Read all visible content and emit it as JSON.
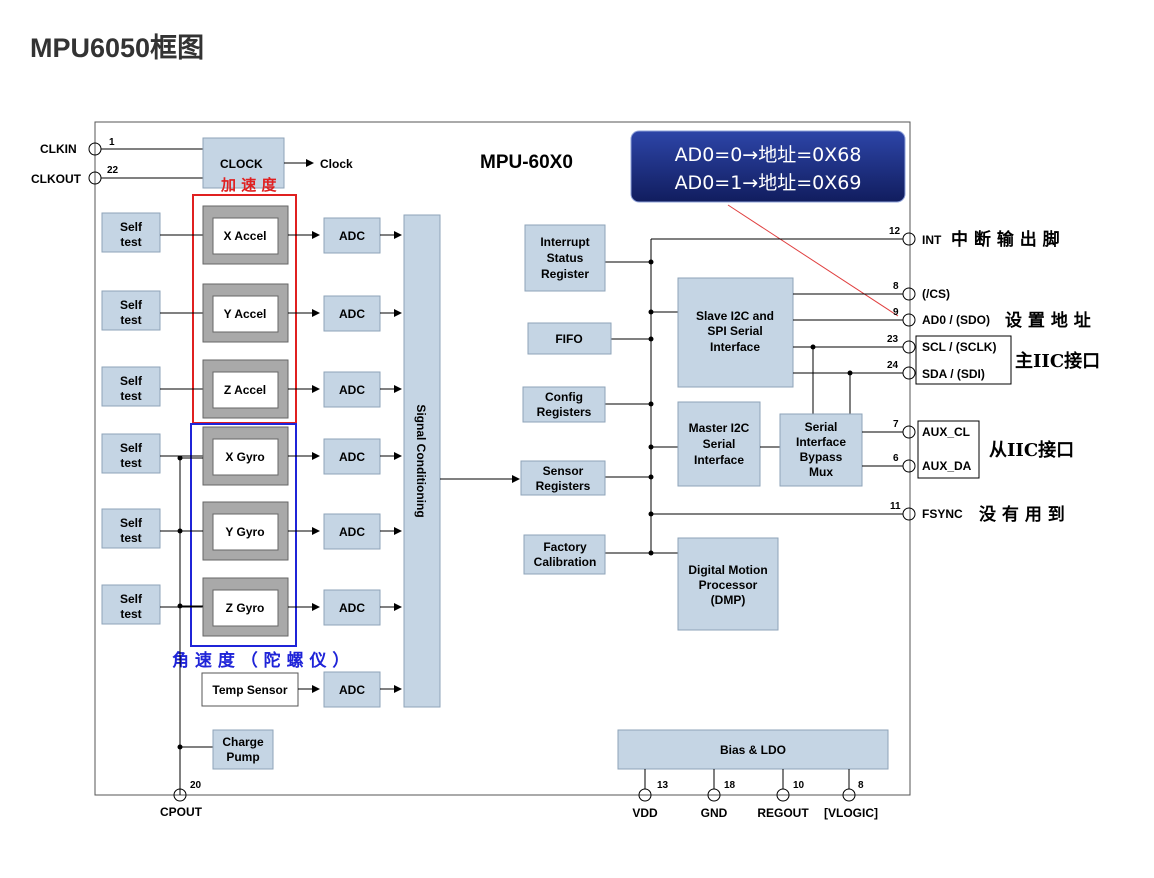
{
  "page": {
    "title": "MPU6050框图"
  },
  "chip": {
    "name": "MPU-60X0"
  },
  "callout": {
    "line1": "AD0=0→地址=0X68",
    "line2": "AD0=1→地址=0X69"
  },
  "annotations": {
    "accel": "加 速 度",
    "gyro": "角 速 度 （ 陀 螺 仪 ）",
    "int_out": "中 断 输 出 脚",
    "set_addr": "设 置 地 址",
    "master_iic": "主IIC接口",
    "slave_iic": "从IIC接口",
    "unused": "没 有 用 到"
  },
  "clock": {
    "block": "CLOCK",
    "out_label": "Clock",
    "clkin": "CLKIN",
    "clkout": "CLKOUT",
    "clkin_num": "1",
    "clkout_num": "22"
  },
  "self_test": [
    "Self",
    "test"
  ],
  "sensors": [
    "X Accel",
    "Y Accel",
    "Z Accel",
    "X Gyro",
    "Y Gyro",
    "Z Gyro"
  ],
  "adc": "ADC",
  "temp_sensor": "Temp Sensor",
  "signal_conditioning": "Signal Conditioning",
  "charge_pump": [
    "Charge",
    "Pump"
  ],
  "registers": {
    "interrupt": [
      "Interrupt",
      "Status",
      "Register"
    ],
    "fifo": "FIFO",
    "config": [
      "Config",
      "Registers"
    ],
    "sensor": [
      "Sensor",
      "Registers"
    ],
    "factory": [
      "Factory",
      "Calibration"
    ]
  },
  "slave_if": [
    "Slave I2C and",
    "SPI Serial",
    "Interface"
  ],
  "master_if": [
    "Master I2C",
    "Serial",
    "Interface"
  ],
  "bypass": [
    "Serial",
    "Interface",
    "Bypass",
    "Mux"
  ],
  "dmp": [
    "Digital Motion",
    "Processor",
    "(DMP)"
  ],
  "bias": "Bias & LDO",
  "pins": {
    "int": {
      "num": "12",
      "label": "INT"
    },
    "cs": {
      "num": "8",
      "label": "(/CS)"
    },
    "ad0": {
      "num": "9",
      "label": "AD0 / (SDO)"
    },
    "scl": {
      "num": "23",
      "label": "SCL / (SCLK)"
    },
    "sda": {
      "num": "24",
      "label": "SDA / (SDI)"
    },
    "aux_cl": {
      "num": "7",
      "label": "AUX_CL"
    },
    "aux_da": {
      "num": "6",
      "label": "AUX_DA"
    },
    "fsync": {
      "num": "11",
      "label": "FSYNC"
    },
    "cpout": {
      "num": "20",
      "label": "CPOUT"
    },
    "vdd": {
      "num": "13",
      "label": "VDD"
    },
    "gnd": {
      "num": "18",
      "label": "GND"
    },
    "regout": {
      "num": "10",
      "label": "REGOUT"
    },
    "vlogic": {
      "num": "8",
      "label": "[VLOGIC]"
    }
  },
  "colors": {
    "block_fill": "#c5d5e4",
    "accel_box": "#e02020",
    "gyro_box": "#1f24d8",
    "callout": "#1b2b7a"
  }
}
